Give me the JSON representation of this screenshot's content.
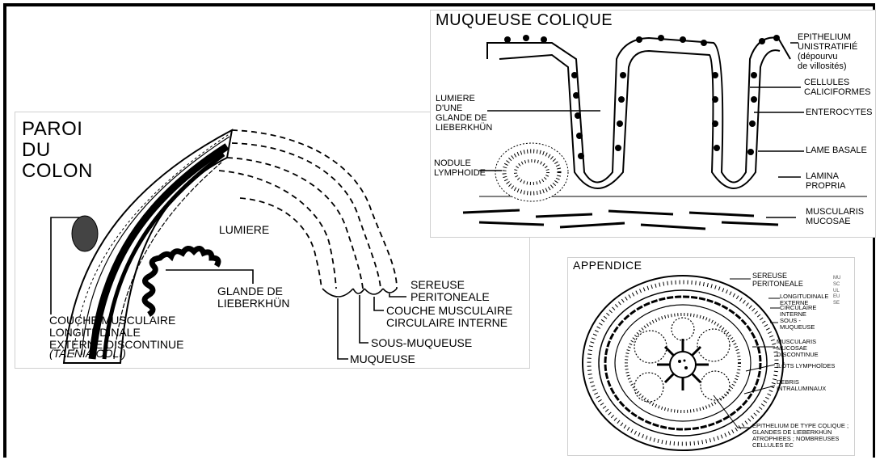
{
  "paroi": {
    "title": "PAROI\nDU\nCOLON",
    "lumiere": "LUMIERE",
    "glande": "GLANDE DE\nLIEBERKHÜN",
    "couche_long": "COUCHE MUSCULAIRE\nLONGITUDINALE\nEXTERNE DISCONTINUE",
    "taenia": "(TAENIA COLI)",
    "sereuse": "SEREUSE\nPERITONEALE",
    "couche_circ": "COUCHE MUSCULAIRE\nCIRCULAIRE INTERNE",
    "sous_muqueuse": "SOUS-MUQUEUSE",
    "muqueuse": "MUQUEUSE"
  },
  "muqueuse_colique": {
    "title": "MUQUEUSE COLIQUE",
    "epithelium": "EPITHELIUM\nUNISTRATIFIÉ\n(dépourvu\nde villosités)",
    "cellules": "CELLULES\nCALICIFORMES",
    "enterocytes": "ENTEROCYTES",
    "lame": "LAME BASALE",
    "lamina": "LAMINA\nPROPRIA",
    "muscularis": "MUSCULARIS\nMUCOSAE",
    "lumiere_glande": "LUMIERE\nD'UNE\nGLANDE DE\nLIEBERKHÜN",
    "nodule": "NODULE\nLYMPHOIDE"
  },
  "appendice": {
    "title": "APPENDICE",
    "sereuse": "SEREUSE\nPERITONEALE",
    "longitudinale": "LONGITUDINALE\nEXTERNE",
    "circulaire": "CIRCULAIRE\nINTERNE",
    "musculeuse": "MUSCULEUSE",
    "sous_muqueuse": "SOUS -\nMUQUEUSE",
    "muscularis": "MUSCULARIS\nMUCOSAE\nDISCONTINUE",
    "ilots": "ILÔTS LYMPHOÏDES",
    "debris": "DEBRIS\nINTRALUMINAUX",
    "epithelium": "EPITHELIUM DE TYPE COLIQUE ;\nGLANDES DE LIEBERKHÜN\nATROPHIEES ; NOMBREUSES\nCELLULES EC"
  }
}
